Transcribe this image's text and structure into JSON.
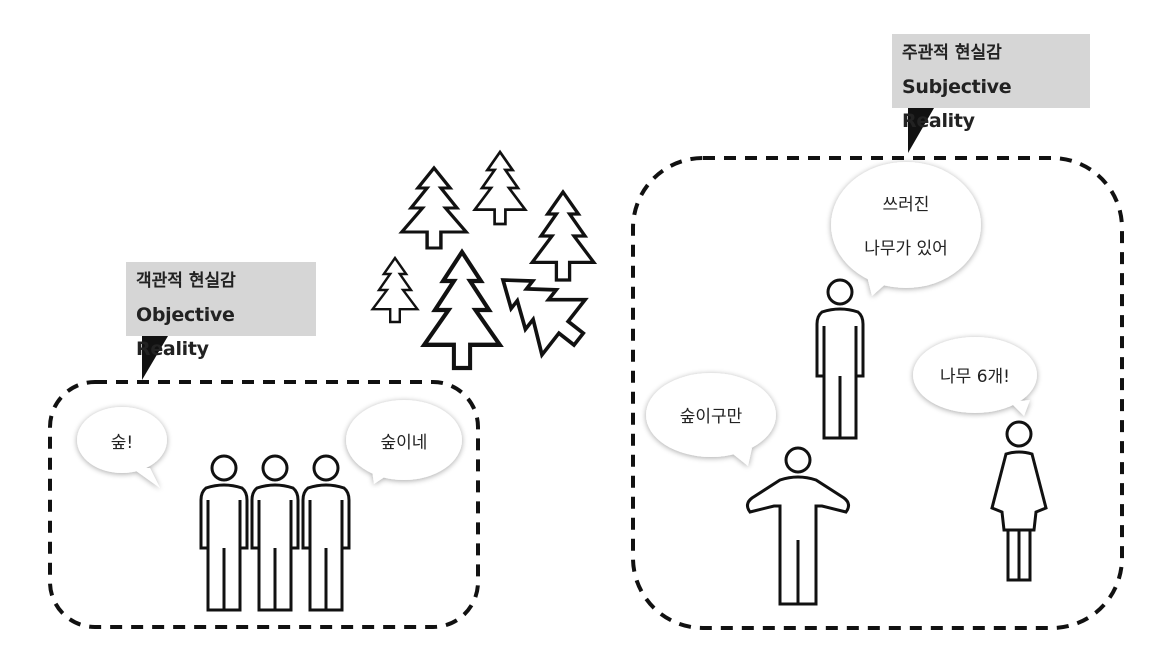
{
  "objective": {
    "label_ko": "객관적 현실감",
    "label_en": "Objective Reality",
    "bubbles": [
      "숲!",
      "숲이네"
    ]
  },
  "subjective": {
    "label_ko": "주관적 현실감",
    "label_en": "Subjective Reality",
    "bubbles": [
      "쓰러진",
      "나무가 있어",
      "숲이구만",
      "나무 6개!"
    ]
  },
  "icons": [
    "tree-icon",
    "fallen-tree-icon",
    "person-icon",
    "speech-bubble-icon"
  ]
}
